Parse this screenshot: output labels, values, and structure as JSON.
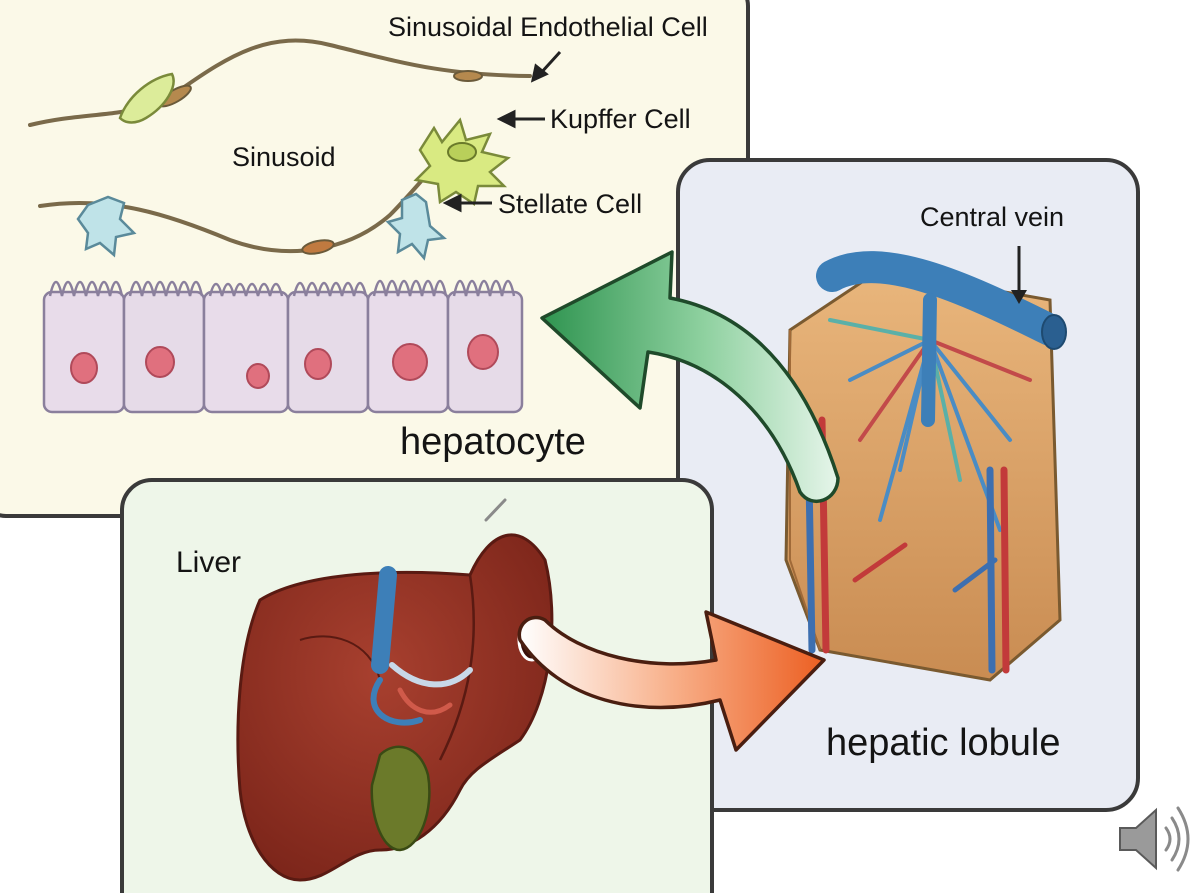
{
  "diagram": {
    "cell_panel": {
      "labels": {
        "endothelial": "Sinusoidal Endothelial Cell",
        "kupffer": "Kupffer Cell",
        "sinusoid": "Sinusoid",
        "stellate": "Stellate Cell",
        "hepatocyte": "hepatocyte"
      }
    },
    "lobule_panel": {
      "labels": {
        "central_vein": "Central vein",
        "hepatic_lobule": "hepatic lobule"
      }
    },
    "liver_panel": {
      "labels": {
        "liver": "Liver"
      }
    },
    "icons": {
      "audio": "speaker-icon"
    },
    "colors": {
      "cell_panel_bg": "#fbf9e8",
      "lobule_panel_bg": "#e9ecf4",
      "liver_panel_bg": "#eef6e9",
      "green_arrow": "#3c9a58",
      "orange_arrow": "#ee6a2e",
      "liver": "#8f2e23",
      "vein_blue": "#3d7fb8"
    }
  }
}
